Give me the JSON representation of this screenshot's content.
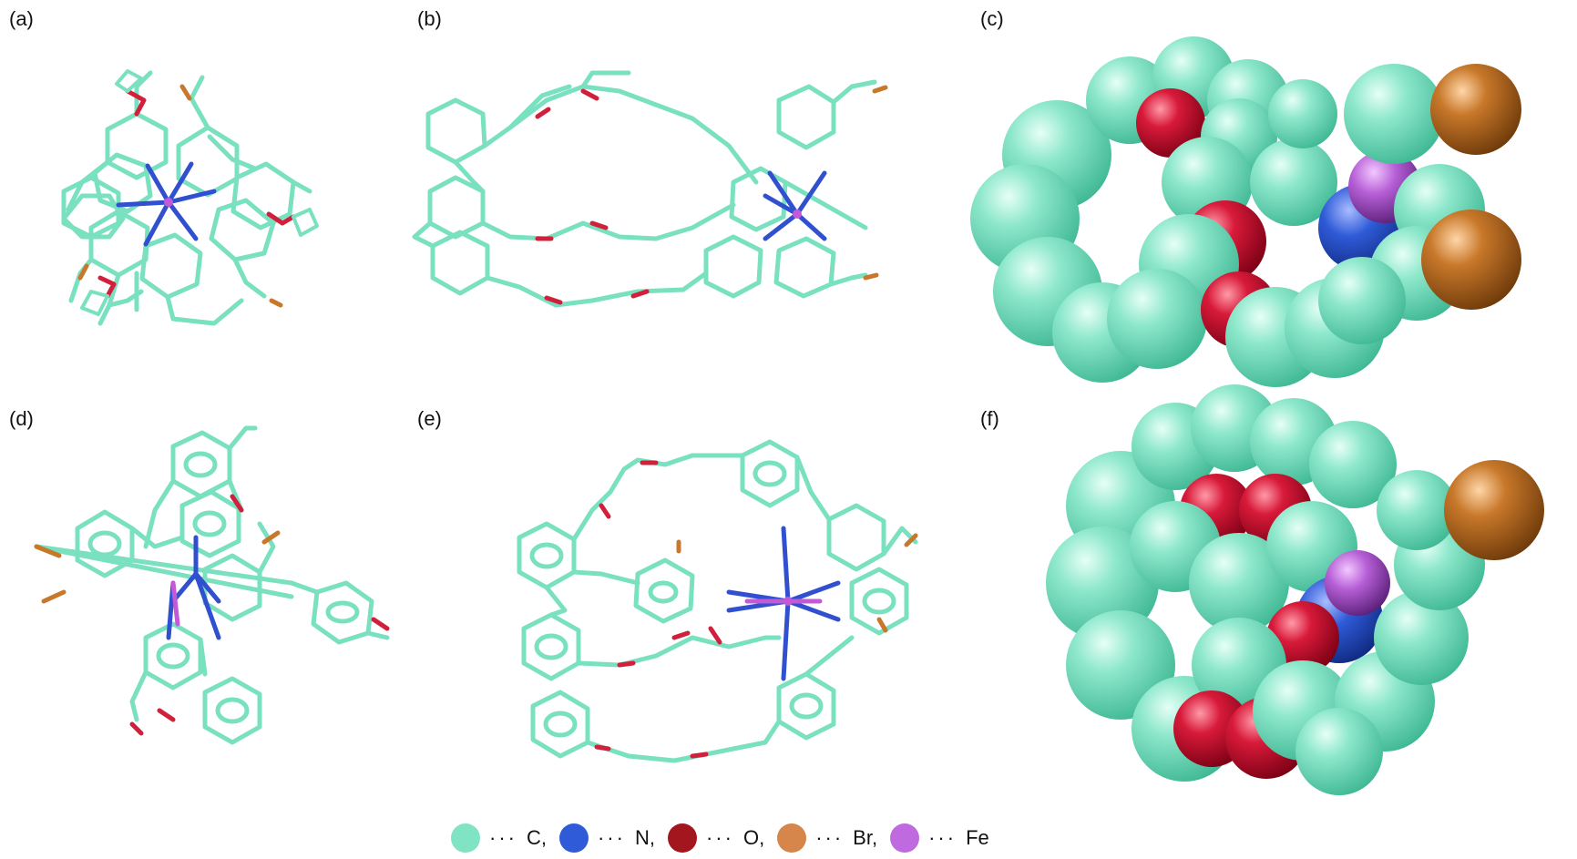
{
  "panels": [
    {
      "id": "a",
      "label": "(a)"
    },
    {
      "id": "b",
      "label": "(b)"
    },
    {
      "id": "c",
      "label": "(c)"
    },
    {
      "id": "d",
      "label": "(d)"
    },
    {
      "id": "e",
      "label": "(e)"
    },
    {
      "id": "f",
      "label": "(f)"
    }
  ],
  "colors": {
    "C": "#7fe3c4",
    "N": "#2f5bd8",
    "O": "#c8102e",
    "Br": "#c87a2e",
    "Fe": "#b65fd6",
    "bond_C": "#79e0c0",
    "bond_O": "#d0203c",
    "bond_N": "#3050d0",
    "bond_Br": "#c8782a",
    "bond_Fe": "#c25ad8"
  },
  "legend": [
    {
      "dots": "···",
      "label": "C,",
      "color": "#7fe3c4"
    },
    {
      "dots": "···",
      "label": "N,",
      "color": "#2f5bd8"
    },
    {
      "dots": "···",
      "label": "O,",
      "color": "#a3161e"
    },
    {
      "dots": "···",
      "label": "Br,",
      "color": "#d6864a"
    },
    {
      "dots": "···",
      "label": "Fe",
      "color": "#c06ae0"
    }
  ]
}
